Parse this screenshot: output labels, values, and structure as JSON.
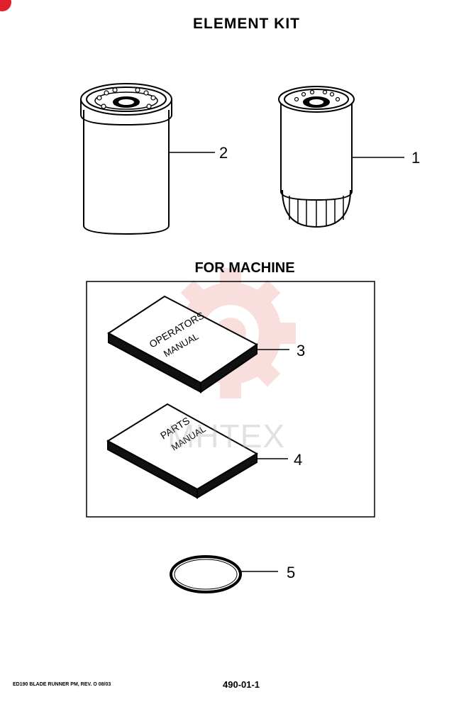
{
  "title": "ELEMENT KIT",
  "section_title": "FOR MACHINE",
  "callouts": [
    "1",
    "2",
    "3",
    "4",
    "5"
  ],
  "manual_labels": {
    "operators_line1": "OPERATORS",
    "operators_line2": "MANUAL",
    "parts_line1": "PARTS",
    "parts_line2": "MANUAL"
  },
  "watermark": "MHTEX",
  "footer": {
    "left": "ED190 BLADE RUNNER PM, REV. O 08/03",
    "right": "490-01-1"
  },
  "colors": {
    "ink": "#000000",
    "corner_mark": "#e0202a",
    "watermark_logo": "#f2b8b8"
  }
}
